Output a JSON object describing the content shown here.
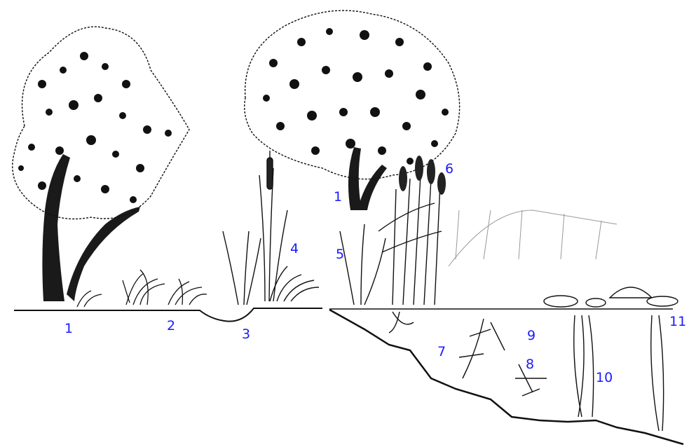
{
  "labels": {
    "l1a": "1",
    "l2": "2",
    "l3": "3",
    "l1b": "1",
    "l4": "4",
    "l5": "5",
    "l6": "6",
    "l7": "7",
    "l8": "8",
    "l9": "9",
    "l10": "10",
    "l11": "11"
  },
  "colors": {
    "label": "#1a1aff",
    "ink": "#111111",
    "background": "#ffffff"
  }
}
